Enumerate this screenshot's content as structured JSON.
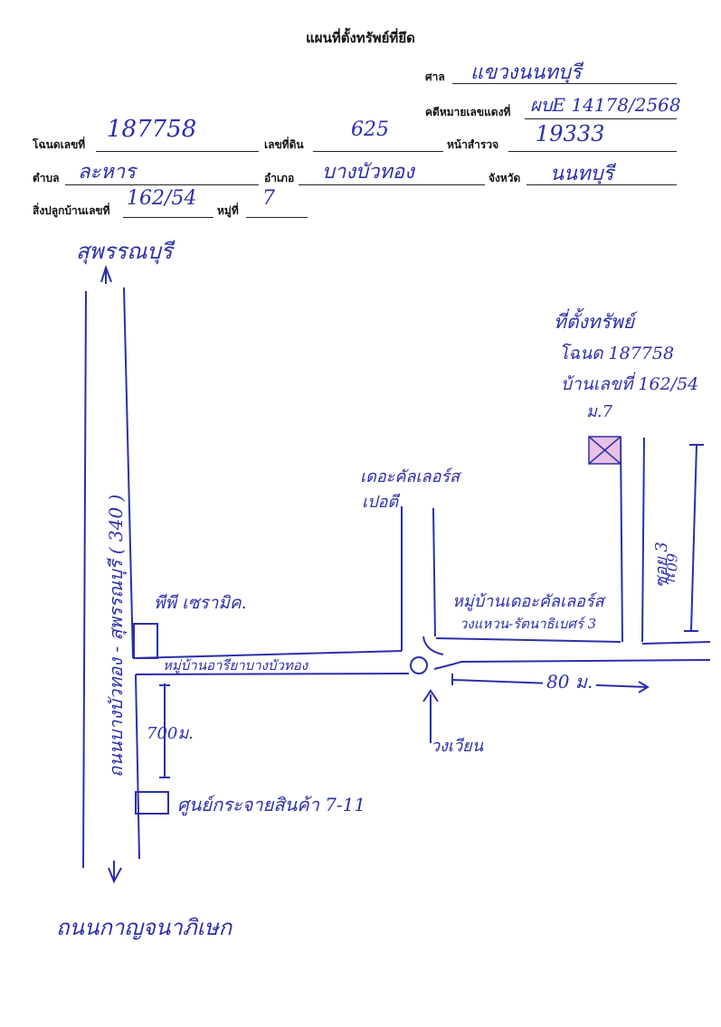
{
  "header": {
    "title": "แผนที่ตั้งทรัพย์ที่ยึด"
  },
  "form": {
    "court_label": "ศาล",
    "court_value": "แขวงนนทบุรี",
    "case_label": "คดีหมายเลขแดงที่",
    "case_value": "ผบE 14178/2568",
    "deed_label": "โฉนดเลขที่",
    "deed_value": "187758",
    "land_no_label": "เลขที่ดิน",
    "land_no_value": "625",
    "survey_label": "หน้าสำรวจ",
    "survey_value": "19333",
    "subdistrict_label": "ตำบล",
    "subdistrict_value": "ละหาร",
    "district_label": "อำเภอ",
    "district_value": "บางบัวทอง",
    "province_label": "จังหวัด",
    "province_value": "นนทบุรี",
    "house_no_label": "สิ่งปลูกบ้านเลขที่",
    "house_no_value": "162/54",
    "moo_label": "หมู่ที่",
    "moo_value": "7"
  },
  "map": {
    "north_label": "สุพรรณบุรี",
    "main_road_label": "ถนนบางบัวทอง - สุพรรณบุรี ( 340 )",
    "south_label": "ถนนกาญจนาภิเษก",
    "property_label_1": "ที่ตั้งทรัพย์",
    "property_label_2": "โฉนด 187758",
    "property_label_3": "บ้านเลขที่ 162/54",
    "property_label_4": "ม.7",
    "building_label": "พีพี เซรามิค.",
    "soi_left_label": "หมู่บ้านอารียาบางบัวทอง",
    "distance_700": "700ม.",
    "store_label": "ศูนย์กระจายสินค้า 7-11",
    "city_label_1": "เดอะคัลเลอร์ส",
    "city_label_2": "เปอตี",
    "village_label_1": "หมู่บ้านเดอะคัลเลอร์ส",
    "village_label_2": "วงแหวน-รัตนาธิเบศร์ 3",
    "roundabout_label": "วงเวียน",
    "distance_80": "80 ม.",
    "soi_right_label": "ซอย 3",
    "distance_60": "60ม."
  }
}
